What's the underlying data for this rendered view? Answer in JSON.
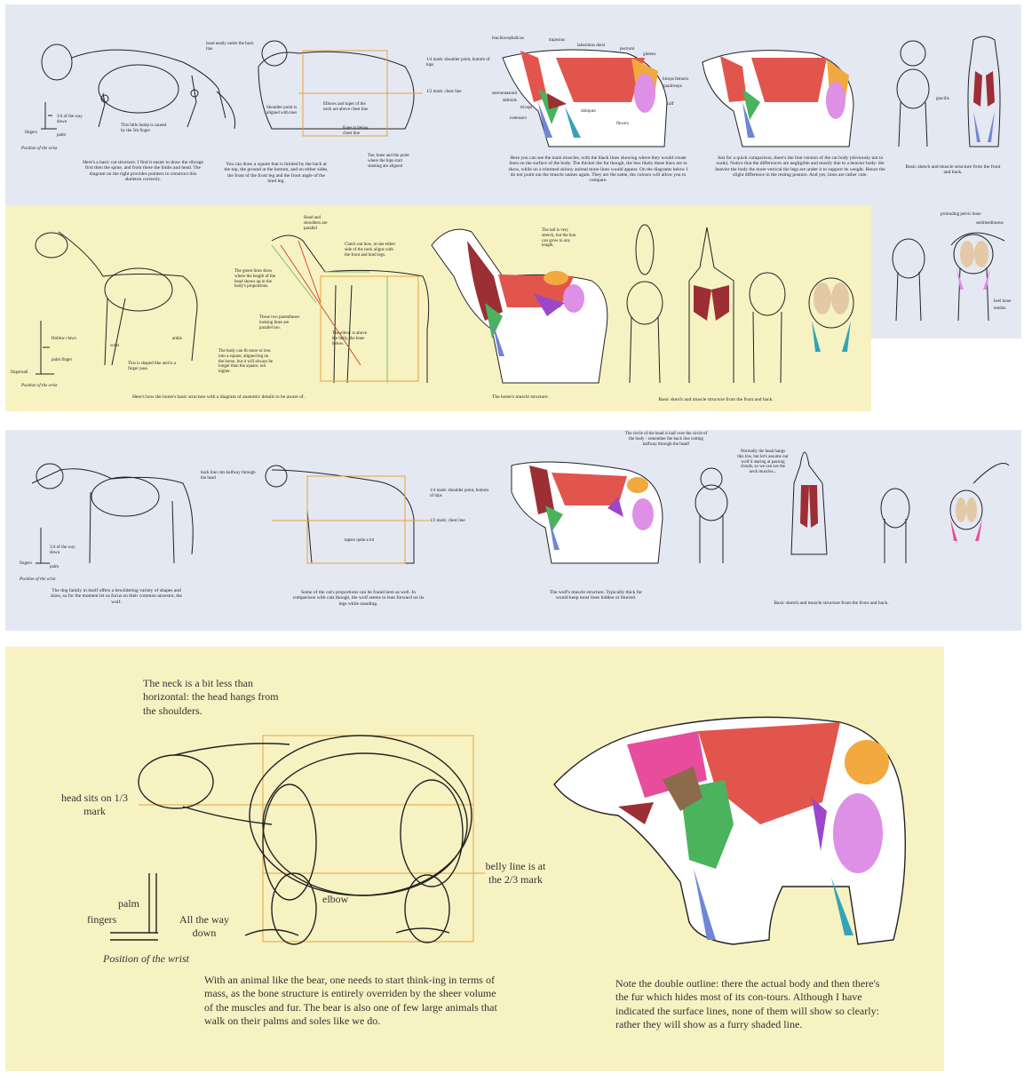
{
  "colors": {
    "panel_blue": "#e4e8f2",
    "panel_yellow": "#f7f2c2",
    "guide_orange": "#e8a23a",
    "guide_green": "#6fc26a",
    "guide_red": "#d44a3a",
    "muscle_red": "#e2554d",
    "muscle_darkred": "#9c2f34",
    "muscle_pink": "#de8fe6",
    "muscle_magenta": "#e84c9c",
    "muscle_green": "#4ab35c",
    "muscle_orange": "#f2a93f",
    "muscle_blue": "#6f86d6",
    "muscle_teal": "#34a3b8",
    "muscle_brown": "#8c6a4c",
    "muscle_tan": "#e3c9a5",
    "muscle_purple": "#9a47c9"
  },
  "cat_panel": {
    "head_under_back": "head neatly under the back line",
    "quarter_shoulder": "1/4 mark: shoulder point, bottom of hips",
    "half_chest": "1/2 mark: chest line",
    "way_down": "3/4 of the way down",
    "hump": "This little hump is caused by the 5th finger",
    "fingers": "fingers",
    "palm": "palm",
    "wrist_position": "Position of the wrist",
    "shoulder_point": "Shoulder point is aligned with toes",
    "elbow_top": "Elbows and tuper of the neck are above chest line",
    "knee_heel": "Knee is below chest line",
    "toe_knee": "Toe, knee and the point where the hips start slanting are aligned",
    "caption_structure": "Here's a basic cat structure. I find it easier to draw the ribcage first then the spine, and from there the limbs and head. The diagram on the right provides pointers to construct this skeleton correctly.",
    "caption_square": "You can draw a square that is limited by the back at the top, the ground at the bottom, and on either sides, the front of the front leg and the front angle of the hind leg.",
    "caption_muscles": "Here you can see the main muscles, with the black lines showing where they would create lines on the surface of the body. The thicker the fur though, the less likely these lines are to show, while on a trimmed skinny animal more lines would appear. On the diagrams below I do not point out the muscle names again. They are the same, the colours will allow you to compare.",
    "caption_compare": "Just for a quick comparison, there's the lion version of the cat body (obviously not to scale). Notice that the differences are negligible and mostly due to a heavier body: the heavier the body the more vertical the legs are under it to support its weight. Hence the slight difference in the resting posture. And yes, lions are rather cute.",
    "caption_front_back": "Basic sketch and muscle structure from the front and back.",
    "muscle_labels": [
      "brachiocephalicus",
      "trapezius",
      "latissimus dorsi",
      "pectoral",
      "gluteus",
      "biceps femoris",
      "quadriceps",
      "calf",
      "sternomastoid",
      "deltoids",
      "triceps",
      "extensors",
      "obliques",
      "flexors",
      "gracilis"
    ]
  },
  "horse_panel": {
    "head_shoulder": "Head and shoulders are parallel",
    "check_lines": "Check out how, at one either side of the neck aligns with the front and hind legs.",
    "green_lines": "The green lines show where the length of the head shows up in the body's proportions.",
    "parallel_lines": "These two parentheses looking lines are parallel too.",
    "square_body": "The body can fit more or less into a square, aligned leg on the horse, but it will always be longer than the square, not higher.",
    "elbow_belly": "The elbow is above the belly, the knee below.",
    "tail_note": "The tail is very stretch, but the bun can grow to any length.",
    "hollow": "Hollow claws",
    "wrist": "wrist",
    "ankle": "ankle",
    "palm_finger": "palm finger",
    "fingernail": "fingernail",
    "finger_nail_note": "This is shaped like and is a finger pass.",
    "wrist_position": "Position of the wrist",
    "caption_structure": "Here's how the horse's basic structure with a diagram of anatomic details to be aware of.",
    "caption_muscles": "The horse's muscle structure.",
    "caption_front_back": "Basic sketch and muscle structure from the front and back.",
    "side_labels": [
      "protruding pelvic bone",
      "semitendinosus",
      "heel bone",
      "tendon"
    ]
  },
  "wolf_panel": {
    "back_line": "back line cuts halfway through the head",
    "quarter_shoulder": "1/4 mark: shoulder point, bottom of hips",
    "half_chest": "1/2 mark: chest line",
    "tapers": "tapers quite a lot",
    "way_down": "3/4 of the way down",
    "fingers": "fingers",
    "palm": "palm",
    "wrist_position": "Position of the wrist",
    "head_circle": "The circle of the head is half over the circle of the body - remember the back line cutting halfway through the head!",
    "head_hang": "Normally the head hangs this low, but let's assume our wolf it staring at passing clouds, so we can see the neck muscles...",
    "caption_dog": "The dog family in itself offers a bewildering variety of shapes and sizes, so for the moment let us focus on their common ancestor, the wolf.",
    "caption_cat_compare": "Some of the cat's proportions can be found here as well. In comparison with cats though, the wolf seems to lean forward on its legs while standing.",
    "caption_muscles": "The wolf's muscle structure. Typically thick fur would keep most lines hidden or blurred.",
    "caption_front_back": "Basic sketch and muscle structure from the front and back."
  },
  "bear_panel": {
    "neck_note": "The neck is a bit less than horizontal: the head hangs from the shoulders.",
    "head_sits": "head sits on 1/3 mark",
    "belly_line": "belly line is at the 2/3 mark",
    "elbow": "elbow",
    "palm": "palm",
    "fingers": "fingers",
    "way_down": "All the way down",
    "wrist_position": "Position of the wrist",
    "caption_left": "With an animal like the bear, one needs to start think-ing in terms of mass, as the bone structure is entirely overriden by the sheer volume of the muscles and fur. The bear is also one of few large animals that walk on their palms and soles like we do.",
    "caption_right": "Note the double outline: there the actual body and then there's the fur which hides most of its con-tours. Although I have indicated the surface lines, none of them will show so clearly: rather they will show as a furry shaded line."
  }
}
